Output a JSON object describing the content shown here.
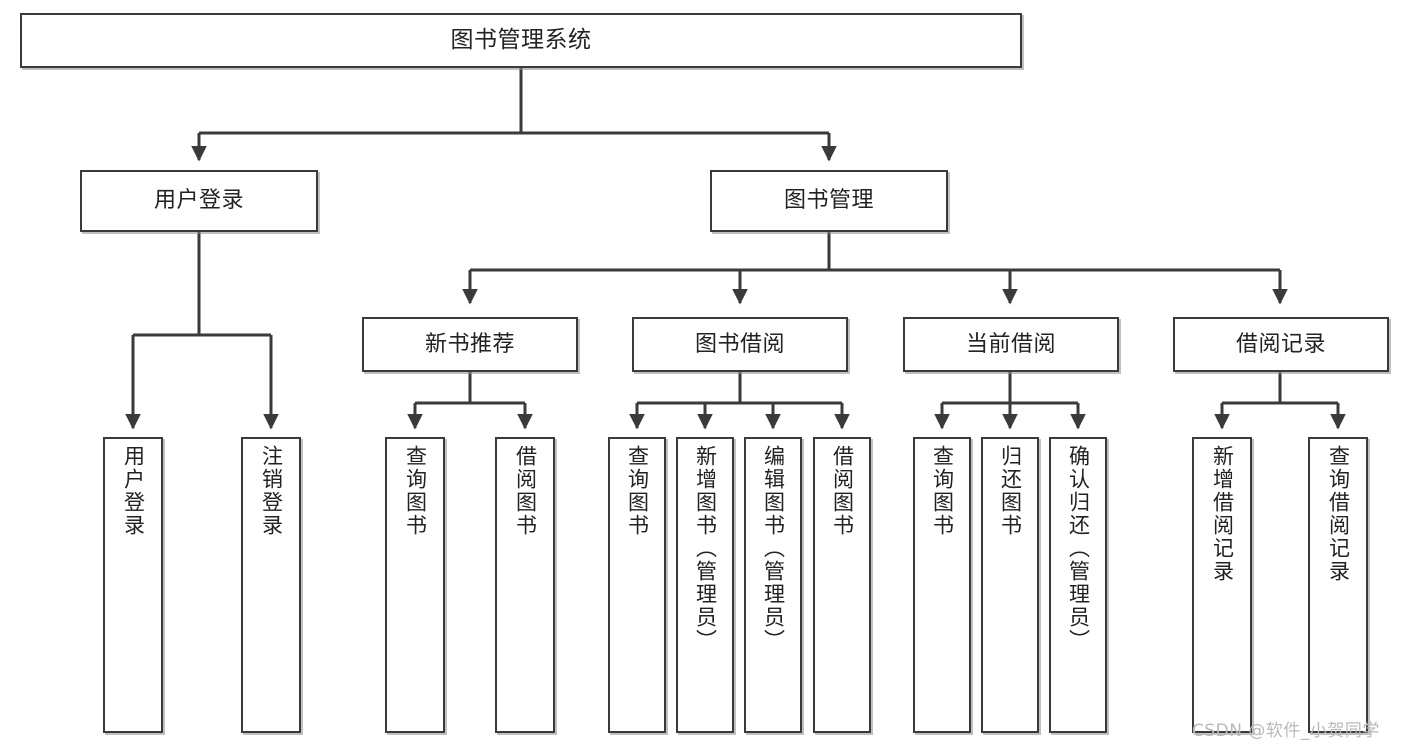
{
  "diagram": {
    "type": "tree",
    "title": "图书管理系统",
    "watermark": "CSDN @软件_小贺同学",
    "colors": {
      "box_border": "#3a3a3a",
      "box_fill": "#ffffff",
      "line": "#3a3a3a",
      "text": "#222222",
      "watermark": "#b9b9b9"
    },
    "root": {
      "label": "图书管理系统"
    },
    "level2": [
      {
        "label": "用户登录"
      },
      {
        "label": "图书管理"
      }
    ],
    "level3": [
      {
        "label": "新书推荐"
      },
      {
        "label": "图书借阅"
      },
      {
        "label": "当前借阅"
      },
      {
        "label": "借阅记录"
      }
    ],
    "leaves": {
      "user_login": [
        {
          "label": "用户登录"
        },
        {
          "label": "注销登录"
        }
      ],
      "new_book": [
        {
          "label": "查询图书"
        },
        {
          "label": "借阅图书"
        }
      ],
      "book_borrow": [
        {
          "label": "查询图书"
        },
        {
          "label": "新增图书（管理员）"
        },
        {
          "label": "编辑图书（管理员）"
        },
        {
          "label": "借阅图书"
        }
      ],
      "current_borrow": [
        {
          "label": "查询图书"
        },
        {
          "label": "归还图书"
        },
        {
          "label": "确认归还（管理员）"
        }
      ],
      "borrow_record": [
        {
          "label": "新增借阅记录"
        },
        {
          "label": "查询借阅记录"
        }
      ]
    }
  }
}
